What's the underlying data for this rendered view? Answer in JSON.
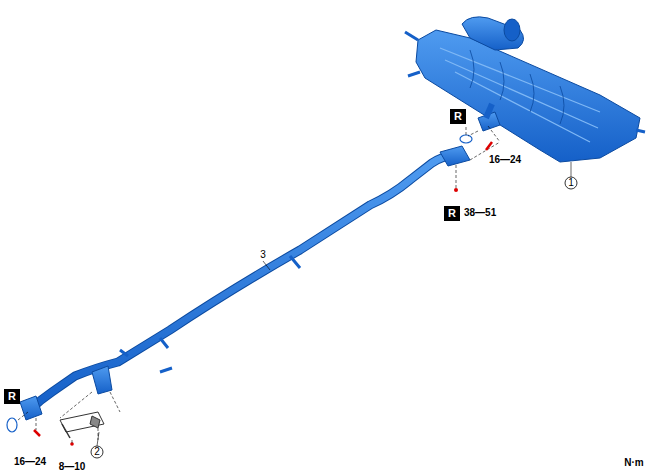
{
  "diagram": {
    "labels": [
      "R",
      "16—24",
      "1",
      "R",
      "38—51",
      "3",
      "R",
      "16—24",
      "2",
      "8—10",
      "N·m"
    ]
  }
}
